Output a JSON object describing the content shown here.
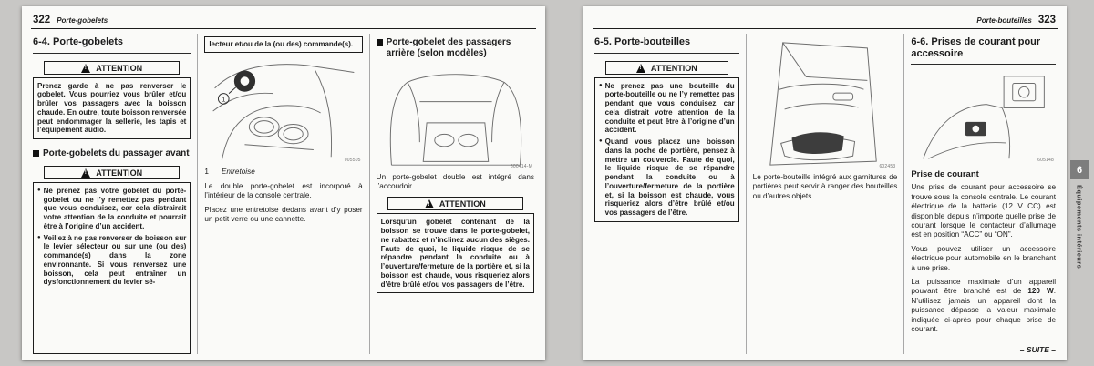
{
  "icons": {
    "bullet": "●",
    "warning": "exclamation-triangle"
  },
  "left_page": {
    "page_number": "322",
    "running_title": "Porte-gobelets",
    "col1": {
      "section_title": "6-4. Porte-gobelets",
      "attention1": {
        "label": "ATTENTION",
        "text": "Prenez garde à ne pas renverser le gobelet. Vous pourriez vous brûler et/ou brûler vos passagers avec la boisson chaude. En outre, toute boisson renversée peut endommager la sellerie, les tapis et l’équipement audio."
      },
      "subsection_title": "Porte-gobelets du passager avant",
      "attention2": {
        "label": "ATTENTION",
        "bullets": [
          "Ne prenez pas votre gobelet du porte-gobelet ou ne l’y remettez pas pendant que vous conduisez, car cela distrairait votre attention de la conduite et pourrait être à l’origine d’un accident.",
          "Veillez à ne pas renverser de boisson sur le levier sélecteur ou sur une (ou des) commande(s) dans la zone environnante. Si vous renversez une boisson, cela peut entraîner un dysfonctionnement du levier sé-"
        ]
      }
    },
    "col2": {
      "carryover_text": "lecteur et/ou de la (ou des) commande(s).",
      "figure_code": "005505",
      "callout_number": "1",
      "callout_label": "Entretoise",
      "para1": "Le double porte-gobelet est incorporé à l’intérieur de la console centrale.",
      "para2": "Placez une entretoise dedans avant d’y poser un petit verre ou une cannette."
    },
    "col3": {
      "subsection_title": "Porte-gobelet des passagers arrière (selon modèles)",
      "figure_code": "600414-M",
      "para1": "Un porte-gobelet double est intégré dans l’accoudoir.",
      "attention": {
        "label": "ATTENTION",
        "text": "Lorsqu’un gobelet contenant de la boisson se trouve dans le porte-gobelet, ne rabattez et n’inclinez aucun des sièges. Faute de quoi, le liquide risque de se répandre pendant la conduite ou à l’ouverture/fermeture de la portière et, si la boisson est chaude, vous risqueriez alors d’être brûlé et/ou vos passagers de l’être."
      }
    }
  },
  "right_page": {
    "page_number": "323",
    "running_title": "Porte-bouteilles",
    "col1": {
      "section_title": "6-5. Porte-bouteilles",
      "attention": {
        "label": "ATTENTION",
        "bullets": [
          "Ne prenez pas une bouteille du porte-bouteille ou ne l’y remettez pas pendant que vous conduisez, car cela distrait votre attention de la conduite et peut être à l’origine d’un accident.",
          "Quand vous placez une boisson dans la poche de portière, pensez à mettre un couvercle. Faute de quoi, le liquide risque de se répandre pendant la conduite ou à l’ouverture/fermeture de la portière et, si la boisson est chaude, vous risqueriez alors d’être brûlé et/ou vos passagers de l’être."
        ]
      }
    },
    "col2": {
      "figure_code": "602453",
      "caption": "Le porte-bouteille intégré aux garnitures de portières peut servir à ranger des bouteilles ou d’autres objets."
    },
    "col3": {
      "section_title": "6-6. Prises de courant pour accessoire",
      "figure_code": "605148",
      "sub_heading": "Prise de courant",
      "para1": "Une prise de courant pour accessoire se trouve sous la console centrale. Le courant électrique de la batterie (12 V CC) est disponible depuis n’importe quelle prise de courant lorsque le contacteur d’allumage est en position “ACC” ou “ON”.",
      "para2": "Vous pouvez utiliser un accessoire électrique pour automobile en le branchant à une prise.",
      "para3_before": "La puissance maximale d’un appareil pouvant être branché est de ",
      "para3_bold": "120 W",
      "para3_after": ". N’utilisez jamais un appareil dont la puissance dépasse la valeur maximale indiquée ci-après pour chaque prise de courant.",
      "continuation": "– SUITE –"
    }
  },
  "chapter_tab": {
    "number": "6",
    "label": "Équipements intérieurs"
  }
}
